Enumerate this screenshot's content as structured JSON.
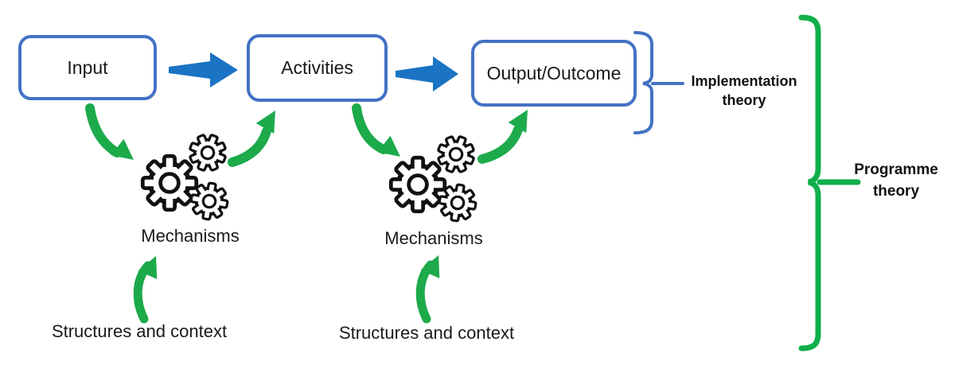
{
  "diagram": {
    "boxes": [
      {
        "label": "Input"
      },
      {
        "label": "Activities"
      },
      {
        "label": "Output/Outcome"
      }
    ],
    "mechanisms_label": "Mechanisms",
    "structures_label": "Structures and context",
    "brackets": {
      "implementation": {
        "label": "Implementation\ntheory"
      },
      "programme": {
        "label": "Programme\ntheory"
      }
    },
    "icons": {
      "gears": "gears-icon",
      "flow_arrow": "right-block-arrow-icon",
      "curved_arrow": "curved-swoosh-arrow-icon"
    },
    "colors": {
      "box_border_blue": "#4472C4",
      "flow_arrow_blue": "#1B73C4",
      "curved_arrow_green": "#1CAA4B",
      "implementation_bracket_blue": "#4472C4",
      "programme_bracket_green": "#10AF4C",
      "gear_outline_black": "#111111"
    }
  }
}
